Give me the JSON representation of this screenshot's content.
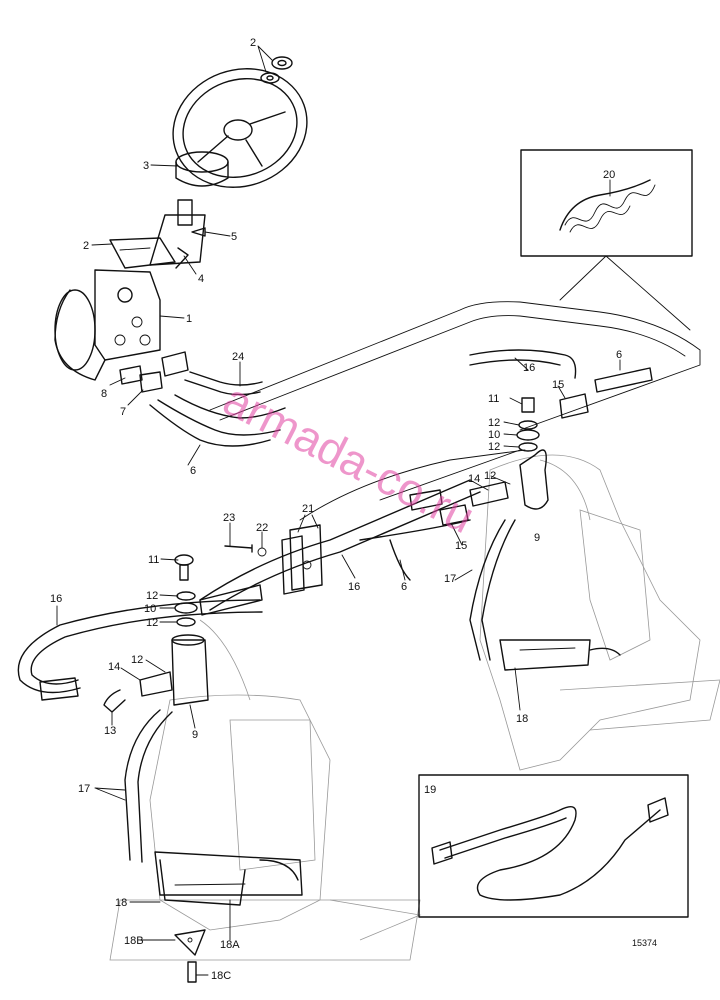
{
  "watermark": "armada-co.ru",
  "figure_number": "15374",
  "callouts": {
    "c2_top": "2",
    "c3": "3",
    "c2_mid": "2",
    "c5": "5",
    "c4": "4",
    "c1": "1",
    "c24": "24",
    "c8": "8",
    "c7": "7",
    "c6_left": "6",
    "c20": "20",
    "c16_top": "16",
    "c6_right": "6",
    "c15_top": "15",
    "c11_right": "11",
    "c12_r1": "12",
    "c10_right": "10",
    "c12_r2": "12",
    "c12_r3": "12",
    "c14_right": "14",
    "c9_right": "9",
    "c15_mid": "15",
    "c21": "21",
    "c23": "23",
    "c22": "22",
    "c16_mid": "16",
    "c6_mid": "6",
    "c17_right": "17",
    "c11_left": "11",
    "c12_l1": "12",
    "c10_left": "10",
    "c12_l2": "12",
    "c16_left": "16",
    "c12_l3": "12",
    "c14_left": "14",
    "c13": "13",
    "c9_left": "9",
    "c18_right": "18",
    "c17_left": "17",
    "c19": "19",
    "c18_left": "18",
    "c18A": "18A",
    "c18B": "18B",
    "c18C": "18C"
  }
}
